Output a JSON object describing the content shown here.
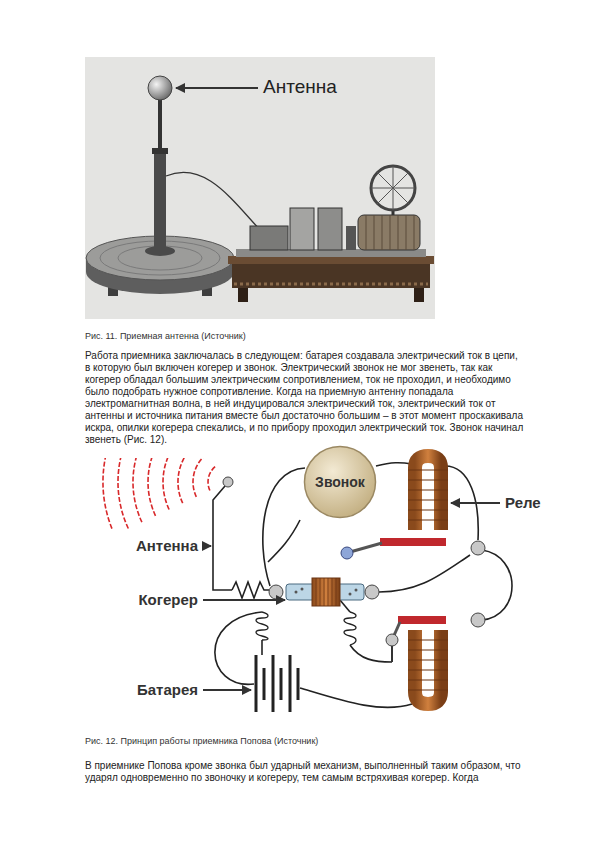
{
  "diagram": {
    "nodes": [
      {
        "text": [
          "Звонок"
        ]
      }
    ],
    "labels": [
      "Антенна",
      "Рис. 11. Приемная антенна (Источник)",
      "Работа приемника заключалась в следующем: батарея создавала электрический ток в цепи, в которую был включен когерер и звонок. Электрический звонок не мог звенеть, так как когерер обладал большим электрическим сопротивлением, ток не проходил, и необходимо было подобрать нужное сопротивление. Когда на приемную антенну попадала электромагнитная волна, в ней индуцировался электрический ток, электрический ток от антенны и источника питания вместе был достаточно большим – в этот момент проскакивала искра, опилки когерера спекались, и по прибору проходил электрический ток. Звонок начинал звенеть (Рис. 12).",
      "Антенна",
      "Реле",
      "Когерер",
      "Батарея",
      "Рис. 12. Принцип работы приемника Попова (Источник)",
      "В приемнике Попова кроме звонка был ударный механизм, выполненный таким образом, что ударял одновременно по звоночку и когереру, тем самым встряхивая когерер. Когда"
    ]
  }
}
